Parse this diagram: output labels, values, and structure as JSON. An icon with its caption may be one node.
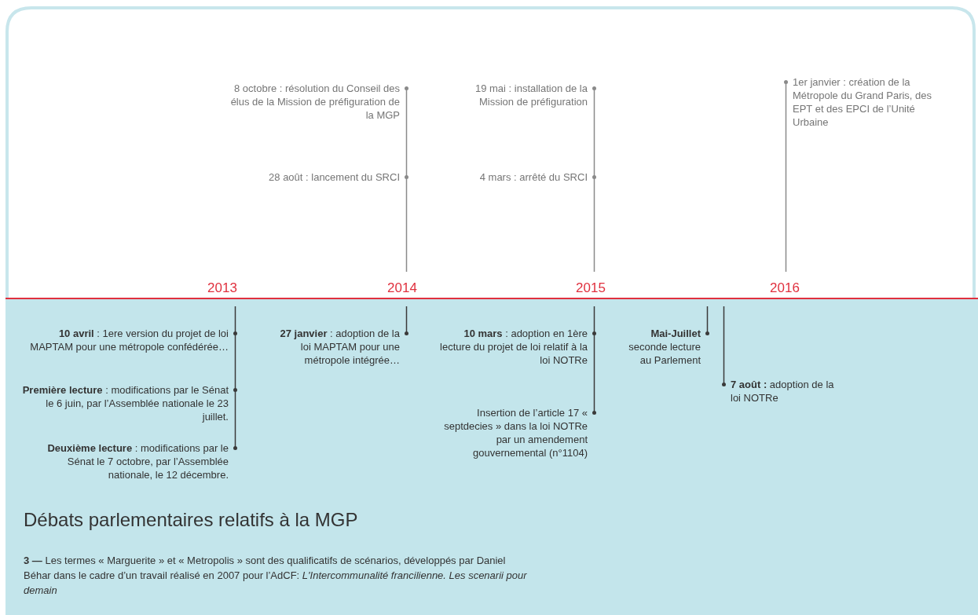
{
  "diagram": {
    "title": "Débats parlementaires relatifs à la MGP",
    "nodes": [
      {
        "text": [
          "8 octobre : résolution du Conseil des élus de la Mission de préfiguration de la MGP"
        ]
      },
      {
        "text": [
          "28 août : lancement du SRCI"
        ]
      },
      {
        "text": [
          "19 mai : installation de la Mission de préfiguration"
        ]
      },
      {
        "text": [
          "4 mars : arrêté du SRCI"
        ]
      },
      {
        "text": [
          "1er janvier : création de la Métropole du Grand Paris, des EPT et des EPCI de l’Unité Urbaine"
        ]
      },
      {
        "text": [
          "**10 avril** : 1ere version du projet de loi MAPTAM pour une métropole confédérée…"
        ]
      },
      {
        "text": [
          "**Première lecture** :  modifications par le Sénat  le 6 juin, par l’Assemblée nationale le 23 juillet."
        ]
      },
      {
        "text": [
          "**Deuxième lecture** : modifications par le Sénat le 7 octobre, par l’Assemblée nationale, le 12 décembre."
        ]
      },
      {
        "text": [
          "**27 janvier** : adoption de la  loi MAPTAM pour une métropole intégrée…"
        ]
      },
      {
        "text": [
          "**10 mars** : adoption en 1ère lecture du projet de loi relatif à la loi NOTRe"
        ]
      },
      {
        "text": [
          "Insertion de l’article 17 « septdecies » dans la loi NOTRe par un amendement gouvernemental (n°1104)"
        ]
      },
      {
        "text": [
          "Mai-Juillet",
          "seconde lecture au Parlement"
        ]
      },
      {
        "text": [
          "**7 août :** adoption de la loi NOTRe"
        ]
      }
    ],
    "edges": [
      {
        "from": 0,
        "to": 1,
        "arrow": "none",
        "color": "#8a8a8a"
      },
      {
        "from": 1,
        "to": null,
        "arrow": "none",
        "color": "#8a8a8a"
      },
      {
        "from": 2,
        "to": 3,
        "arrow": "none",
        "color": "#8a8a8a"
      },
      {
        "from": 3,
        "to": null,
        "arrow": "none",
        "color": "#8a8a8a"
      },
      {
        "from": 4,
        "to": null,
        "arrow": "none",
        "color": "#8a8a8a"
      },
      {
        "from": null,
        "to": 5,
        "arrow": "none"
      },
      {
        "from": 5,
        "to": 6,
        "arrow": "none"
      },
      {
        "from": 6,
        "to": 7,
        "arrow": "none"
      },
      {
        "from": null,
        "to": 8,
        "arrow": "none"
      },
      {
        "from": null,
        "to": 9,
        "arrow": "none"
      },
      {
        "from": 9,
        "to": 10,
        "arrow": "none"
      },
      {
        "from": null,
        "to": 11,
        "arrow": "none"
      },
      {
        "from": null,
        "to": 12,
        "arrow": "none"
      }
    ],
    "labels": [
      "2013",
      "2014",
      "2015",
      "2016",
      "**3 —** Les termes « Marguerite » et « Metropolis » sont des qualificatifs de scénarios, développés par Daniel Béhar dans le cadre d’un travail réalisé en 2007 pour l’AdCF: *L'Intercommunalité francilienne. Les scenarii pour demain*"
    ]
  }
}
